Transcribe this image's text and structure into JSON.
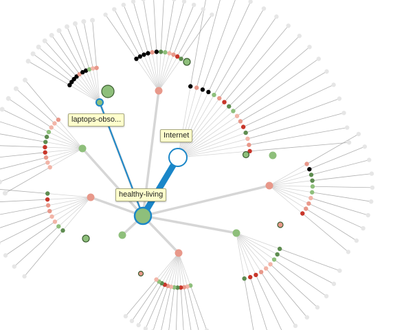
{
  "graph": {
    "labels": {
      "laptops": "laptops-obso...",
      "internet": "Internet",
      "healthy": "healthy-living"
    },
    "colors": {
      "edge": "#cfcfcf",
      "leaf_edge": "#9a9a9a",
      "highlight_edge": "#1a86c8",
      "leaf_node": "#e6e6e6",
      "salmon": "#e8988a",
      "pink": "#f2b5a8",
      "light_green": "#8ebf7b",
      "dark_green": "#5e8c50",
      "red": "#c8362a",
      "node_stroke": "#1a86c8",
      "outline": "#3a5c30"
    }
  }
}
